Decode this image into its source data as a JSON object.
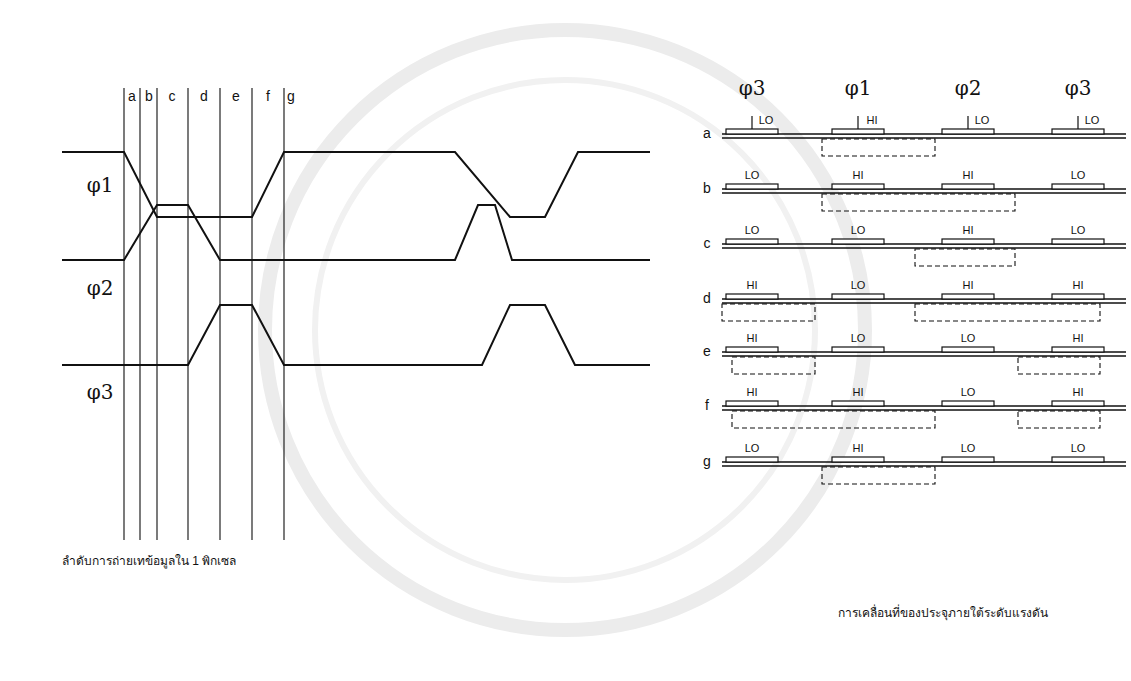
{
  "diagram": {
    "labels": [
      "a",
      "b",
      "c",
      "d",
      "e",
      "f",
      "g",
      "φ1",
      "φ2",
      "φ3",
      "ลำดับการถ่ายเทข้อมูลใน 1 พิกเซล",
      "φ3",
      "φ1",
      "φ2",
      "φ3",
      "a",
      "LO",
      "HI",
      "LO",
      "LO",
      "b",
      "LO",
      "HI",
      "HI",
      "LO",
      "c",
      "LO",
      "LO",
      "HI",
      "LO",
      "d",
      "HI",
      "LO",
      "HI",
      "HI",
      "e",
      "HI",
      "LO",
      "LO",
      "HI",
      "f",
      "HI",
      "HI",
      "LO",
      "HI",
      "g",
      "LO",
      "HI",
      "LO",
      "LO",
      "การเคลื่อนที่ของประจุภายใต้ระดับแรงดัน"
    ]
  }
}
